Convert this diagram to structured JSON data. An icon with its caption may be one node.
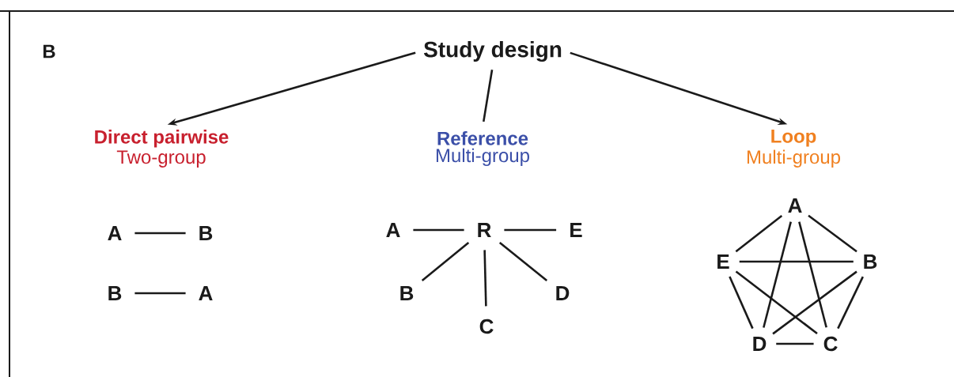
{
  "diagram": {
    "nodes": [
      {
        "text": [
          "Study design"
        ]
      },
      {
        "text": [
          "Direct pairwise",
          "Two-group"
        ]
      },
      {
        "text": [
          "Reference",
          "Multi-group"
        ]
      },
      {
        "text": [
          "Loop",
          "Multi-group"
        ]
      },
      {
        "text": [
          "A"
        ]
      },
      {
        "text": [
          "B"
        ]
      },
      {
        "text": [
          "B"
        ]
      },
      {
        "text": [
          "A"
        ]
      },
      {
        "text": [
          "A"
        ]
      },
      {
        "text": [
          "R"
        ]
      },
      {
        "text": [
          "E"
        ]
      },
      {
        "text": [
          "B"
        ]
      },
      {
        "text": [
          "C"
        ]
      },
      {
        "text": [
          "D"
        ]
      },
      {
        "text": [
          "A"
        ]
      },
      {
        "text": [
          "E"
        ]
      },
      {
        "text": [
          "B"
        ]
      },
      {
        "text": [
          "D"
        ]
      },
      {
        "text": [
          "C"
        ]
      }
    ],
    "edges": [
      {
        "from": 0,
        "to": 1,
        "arrow": "to"
      },
      {
        "from": 0,
        "to": 2,
        "arrow": "none"
      },
      {
        "from": 0,
        "to": 3,
        "arrow": "to"
      },
      {
        "from": 4,
        "to": 5,
        "arrow": "none"
      },
      {
        "from": 6,
        "to": 7,
        "arrow": "none"
      },
      {
        "from": 8,
        "to": 9,
        "arrow": "none"
      },
      {
        "from": 9,
        "to": 10,
        "arrow": "none"
      },
      {
        "from": 9,
        "to": 11,
        "arrow": "none"
      },
      {
        "from": 9,
        "to": 12,
        "arrow": "none"
      },
      {
        "from": 9,
        "to": 13,
        "arrow": "none"
      },
      {
        "from": 14,
        "to": 15,
        "arrow": "none"
      },
      {
        "from": 14,
        "to": 16,
        "arrow": "none"
      },
      {
        "from": 14,
        "to": 17,
        "arrow": "none"
      },
      {
        "from": 14,
        "to": 18,
        "arrow": "none"
      },
      {
        "from": 15,
        "to": 16,
        "arrow": "none"
      },
      {
        "from": 15,
        "to": 17,
        "arrow": "none"
      },
      {
        "from": 15,
        "to": 18,
        "arrow": "none"
      },
      {
        "from": 16,
        "to": 17,
        "arrow": "none"
      },
      {
        "from": 16,
        "to": 18,
        "arrow": "none"
      },
      {
        "from": 17,
        "to": 18,
        "arrow": "none"
      }
    ],
    "labels": [
      "B"
    ]
  }
}
